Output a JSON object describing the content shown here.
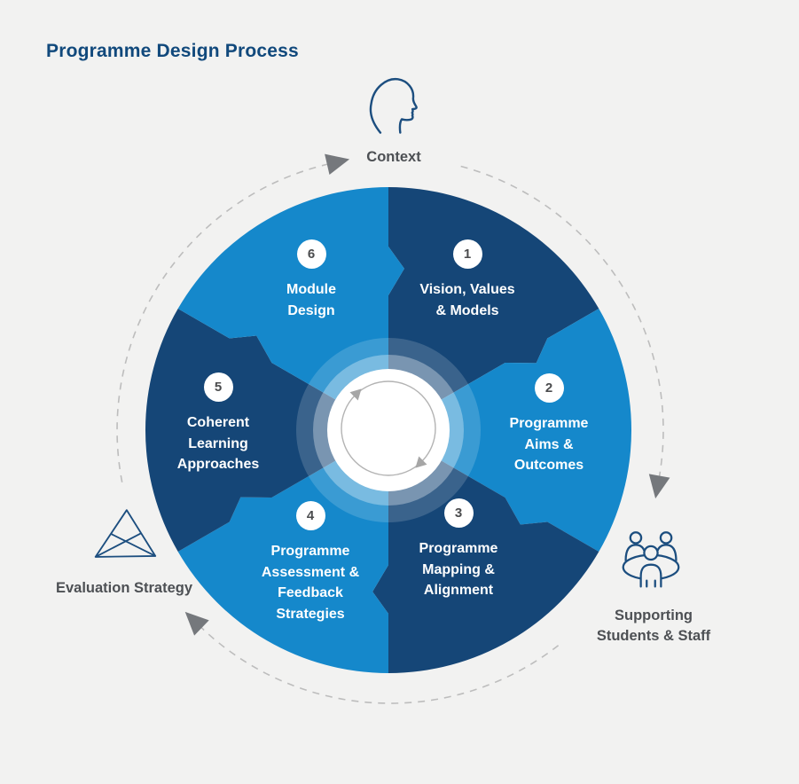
{
  "title": "Programme Design Process",
  "colors": {
    "background": "#f2f2f1",
    "dark_segment": "#154677",
    "light_segment": "#1588cb",
    "title_text": "#11497c",
    "outer_label_text": "#4d5054",
    "segment_text": "#ffffff",
    "badge_number": "#4b4c4e",
    "icon_stroke": "#1c4e7f",
    "dashed_arc": "#bdbdbd",
    "arrowhead": "#75787c",
    "inner_cycle_stroke": "#b3b3b3",
    "inner_cycle_arrow": "#a6a6a6",
    "center_fill": "#ffffff",
    "halo_inner": "rgba(255,255,255,0.32)",
    "halo_outer": "rgba(255,255,255,0.16)"
  },
  "segments": [
    {
      "number": "1",
      "tone": "dark",
      "label": "Vision, Values & Models",
      "lines": [
        "Vision, Values",
        "& Models"
      ]
    },
    {
      "number": "2",
      "tone": "light",
      "label": "Programme Aims & Outcomes",
      "lines": [
        "Programme",
        "Aims &",
        "Outcomes"
      ]
    },
    {
      "number": "3",
      "tone": "dark",
      "label": "Programme Mapping & Alignment",
      "lines": [
        "Programme",
        "Mapping &",
        "Alignment"
      ]
    },
    {
      "number": "4",
      "tone": "light",
      "label": "Programme Assessment & Feedback Strategies",
      "lines": [
        "Programme",
        "Assessment &",
        "Feedback",
        "Strategies"
      ]
    },
    {
      "number": "5",
      "tone": "dark",
      "label": "Coherent Learning Approaches",
      "lines": [
        "Coherent",
        "Learning",
        "Approaches"
      ]
    },
    {
      "number": "6",
      "tone": "light",
      "label": "Module Design",
      "lines": [
        "Module",
        "Design"
      ]
    }
  ],
  "outer_labels": {
    "context": {
      "label": "Context",
      "icon": "head-profile-icon"
    },
    "evaluation": {
      "label": "Evaluation Strategy",
      "icon": "triangle-prism-icon"
    },
    "supporting": {
      "label": "Supporting Students & Staff",
      "lines": [
        "Supporting",
        "Students & Staff"
      ],
      "icon": "people-around-table-icon"
    }
  },
  "center": {
    "icon": "clockwise-cycle-arrow"
  },
  "flow": {
    "direction": "clockwise",
    "steps": 6
  }
}
